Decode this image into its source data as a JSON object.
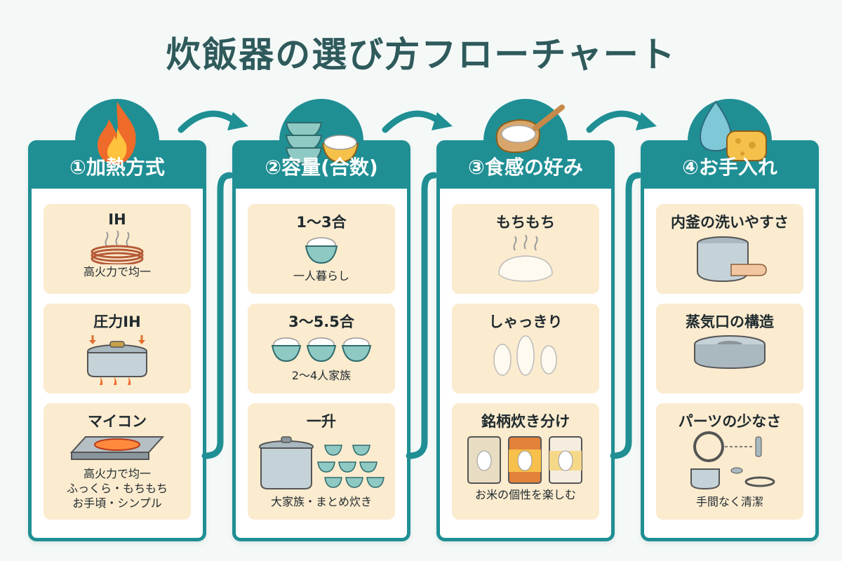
{
  "title": "炊飯器の選び方フローチャート",
  "columns": [
    {
      "header": "①加熱方式",
      "icon": "flame-icon",
      "cards": [
        {
          "title": "IH",
          "sub": [
            "高火力で均一"
          ]
        },
        {
          "title": "圧力IH",
          "sub": []
        },
        {
          "title": "マイコン",
          "sub": [
            "高火力で均一",
            "ふっくら・もちもち",
            "お手頃・シンプル"
          ]
        }
      ]
    },
    {
      "header": "②容量(合数)",
      "icon": "bowls-icon",
      "cards": [
        {
          "title": "1〜3合",
          "sub": [
            "一人暮らし"
          ]
        },
        {
          "title": "3〜5.5合",
          "sub": [
            "2〜4人家族"
          ]
        },
        {
          "title": "一升",
          "sub": [
            "大家族・まとめ炊き"
          ]
        }
      ]
    },
    {
      "header": "③食感の好み",
      "icon": "rice-spoon-icon",
      "cards": [
        {
          "title": "もちもち",
          "sub": []
        },
        {
          "title": "しゃっきり",
          "sub": []
        },
        {
          "title": "銘柄炊き分け",
          "sub": [
            "お米の個性を楽しむ"
          ]
        }
      ]
    },
    {
      "header": "④お手入れ",
      "icon": "water-sponge-icon",
      "cards": [
        {
          "title": "内釜の洗いやすさ",
          "sub": []
        },
        {
          "title": "蒸気口の構造",
          "sub": []
        },
        {
          "title": "パーツの少なさ",
          "sub": [
            "手間なく清潔"
          ]
        }
      ]
    }
  ],
  "colors": {
    "teal": "#1f8f94",
    "card": "#fbebcf",
    "title": "#2f5a5c"
  }
}
